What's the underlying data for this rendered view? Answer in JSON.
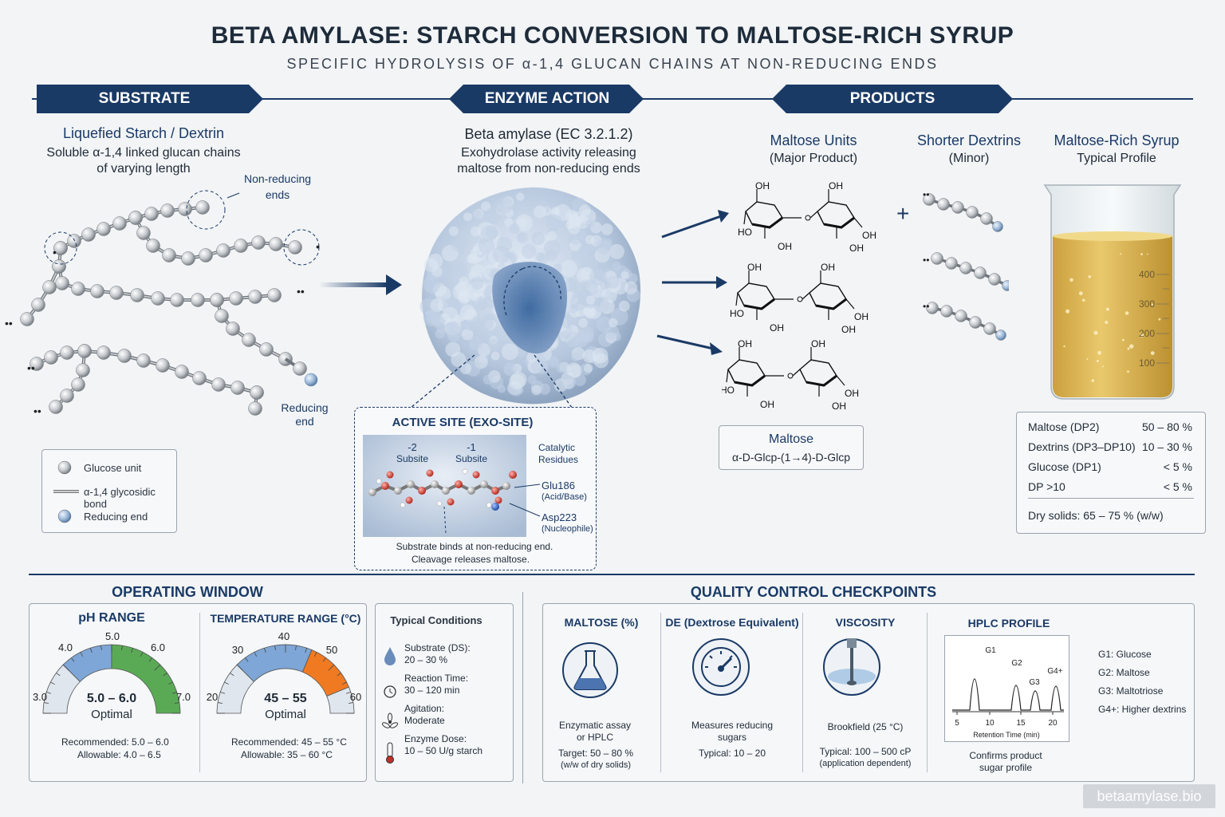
{
  "header": {
    "title": "BETA AMYLASE: STARCH CONVERSION TO MALTOSE-RICH SYRUP",
    "subtitle": "SPECIFIC HYDROLYSIS OF α-1,4 GLUCAN CHAINS AT NON-REDUCING ENDS"
  },
  "banners": {
    "substrate": "SUBSTRATE",
    "enzyme": "ENZYME ACTION",
    "products": "PRODUCTS"
  },
  "substrate": {
    "title": "Liquefied Starch / Dextrin",
    "desc1": "Soluble α-1,4 linked glucan chains",
    "desc2": "of varying length",
    "nonreducing1": "Non-reducing",
    "nonreducing2": "ends",
    "reducing1": "Reducing",
    "reducing2": "end",
    "legend": {
      "glucose": "Glucose unit",
      "bond": "α-1,4 glycosidic bond",
      "reducing": "Reducing end"
    }
  },
  "enzyme": {
    "title": "Beta amylase (EC 3.2.1.2)",
    "desc1": "Exohydrolase activity releasing",
    "desc2": "maltose from non-reducing ends",
    "active_site": {
      "title": "ACTIVE SITE (EXO-SITE)",
      "s2a": "-2",
      "s2b": "Subsite",
      "s1a": "-1",
      "s1b": "Subsite",
      "cat1": "Catalytic",
      "cat2": "Residues",
      "glu": "Glu186",
      "glu_role": "(Acid/Base)",
      "asp": "Asp223",
      "asp_role": "(Nucleophile)",
      "note1": "Substrate binds at non-reducing end.",
      "note2": "Cleavage releases maltose."
    }
  },
  "products": {
    "maltose_title": "Maltose Units",
    "maltose_sub": "(Major Product)",
    "dextrin_title": "Shorter Dextrins",
    "dextrin_sub": "(Minor)",
    "syrup_title": "Maltose-Rich Syrup",
    "syrup_sub": "Typical Profile",
    "plus": "+",
    "oh": "OH",
    "ho": "HO",
    "maltose_box": {
      "name": "Maltose",
      "formula": "α-D-Glcp-(1→4)-D-Glcp"
    },
    "beaker_marks": [
      "400",
      "300",
      "200",
      "100"
    ],
    "profile": [
      {
        "label": "Maltose (DP2)",
        "value": "50 – 80 %"
      },
      {
        "label": "Dextrins (DP3–DP10)",
        "value": "10 – 30 %"
      },
      {
        "label": "Glucose (DP1)",
        "value": "< 5 %"
      },
      {
        "label": "DP >10",
        "value": "< 5 %"
      }
    ],
    "dry_solids": "Dry solids: 65 – 75 % (w/w)"
  },
  "operating": {
    "title": "OPERATING WINDOW",
    "ph": {
      "title": "pH RANGE",
      "ticks": [
        "3.0",
        "4.0",
        "5.0",
        "6.0",
        "7.0"
      ],
      "value": "5.0 – 6.0",
      "optimal": "Optimal",
      "rec": "Recommended:  5.0 – 6.0",
      "allow": "Allowable:   4.0 – 6.5"
    },
    "temp": {
      "title": "TEMPERATURE RANGE (°C)",
      "ticks": [
        "20",
        "30",
        "40",
        "50",
        "60"
      ],
      "value": "45 – 55",
      "optimal": "Optimal",
      "rec": "Recommended:  45 – 55 °C",
      "allow": "Allowable:   35 – 60 °C"
    },
    "conditions": {
      "title": "Typical Conditions",
      "items": [
        {
          "label": "Substrate (DS):",
          "value": "20 – 30 %"
        },
        {
          "label": "Reaction Time:",
          "value": "30 – 120 min"
        },
        {
          "label": "Agitation:",
          "value": "Moderate"
        },
        {
          "label": "Enzyme Dose:",
          "value": "10 – 50 U/g starch"
        }
      ]
    }
  },
  "qc": {
    "title": "QUALITY CONTROL CHECKPOINTS",
    "maltose": {
      "title": "MALTOSE (%)",
      "d1": "Enzymatic assay",
      "d2": "or HPLC",
      "t1": "Target:  50 – 80 %",
      "t2": "(w/w of dry solids)"
    },
    "de": {
      "title": "DE (Dextrose Equivalent)",
      "d1": "Measures reducing",
      "d2": "sugars",
      "t1": "Typical:  10 – 20"
    },
    "visc": {
      "title": "VISCOSITY",
      "d1": "Brookfield (25 °C)",
      "t1": "Typical:  100 – 500 cP",
      "t2": "(application dependent)"
    },
    "hplc": {
      "title": "HPLC PROFILE",
      "peaks": [
        "G1",
        "G2",
        "G3",
        "G4+"
      ],
      "xticks": [
        "5",
        "10",
        "15",
        "20"
      ],
      "xlabel": "Retention Time (min)",
      "c1": "Confirms product",
      "c2": "sugar profile",
      "legend": [
        "G1:  Glucose",
        "G2:  Maltose",
        "G3:  Maltotriose",
        "G4+:  Higher dextrins"
      ]
    }
  },
  "watermark": "betaamylase.bio",
  "colors": {
    "navy": "#1a3a66",
    "green": "#5aaa55",
    "blue_band": "#7ea6d6",
    "orange": "#f07a22"
  }
}
